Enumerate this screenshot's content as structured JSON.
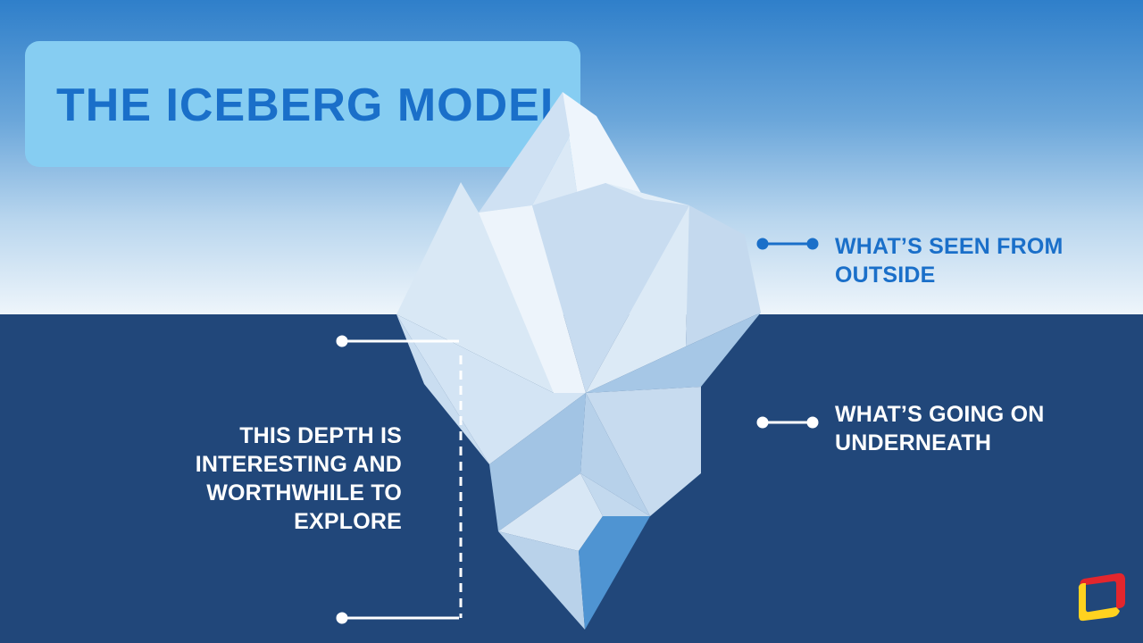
{
  "title": "THE ICEBERG MODEL",
  "labels": {
    "seen": "WHAT’S SEEN FROM OUTSIDE",
    "underneath": "WHAT’S GOING ON UNDERNEATH",
    "depth": "THIS DEPTH IS INTERESTING AND WORTHWHILE TO EXPLORE"
  },
  "colors": {
    "sky_top": "#2f7fca",
    "sea": "#21477a",
    "title_box": "#86cdf2",
    "title_text": "#1a6fc9",
    "label_seen": "#1a6fc9",
    "label_under": "#ffffff"
  },
  "logo": {
    "icon": "brand-logo-icon",
    "colors": [
      "#e3262d",
      "#ffd21f"
    ]
  }
}
